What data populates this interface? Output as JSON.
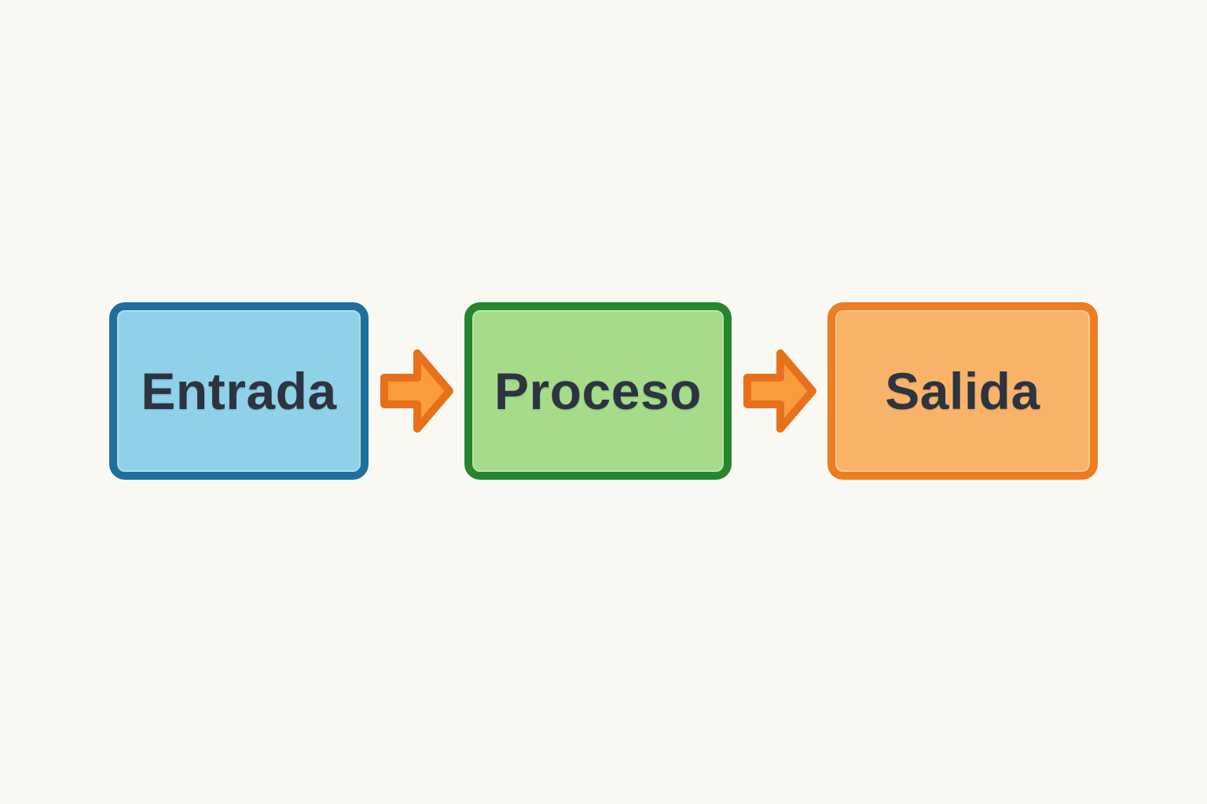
{
  "diagram": {
    "title": "Entrada-Proceso-Salida flow diagram",
    "background_color": "#FAF8F3",
    "text_color": "#2B3440",
    "nodes": [
      {
        "id": "entrada",
        "label": "Entrada",
        "fill": "#8FD1E8",
        "border": "#1F6E9C"
      },
      {
        "id": "proceso",
        "label": "Proceso",
        "fill": "#A5DB89",
        "border": "#27842F"
      },
      {
        "id": "salida",
        "label": "Salida",
        "fill": "#F9B369",
        "border": "#EC7D23"
      }
    ],
    "arrows": [
      {
        "from": "entrada",
        "to": "proceso",
        "fill": "#F89C3C",
        "border": "#E8701B"
      },
      {
        "from": "proceso",
        "to": "salida",
        "fill": "#F89C3C",
        "border": "#E8701B"
      }
    ]
  }
}
